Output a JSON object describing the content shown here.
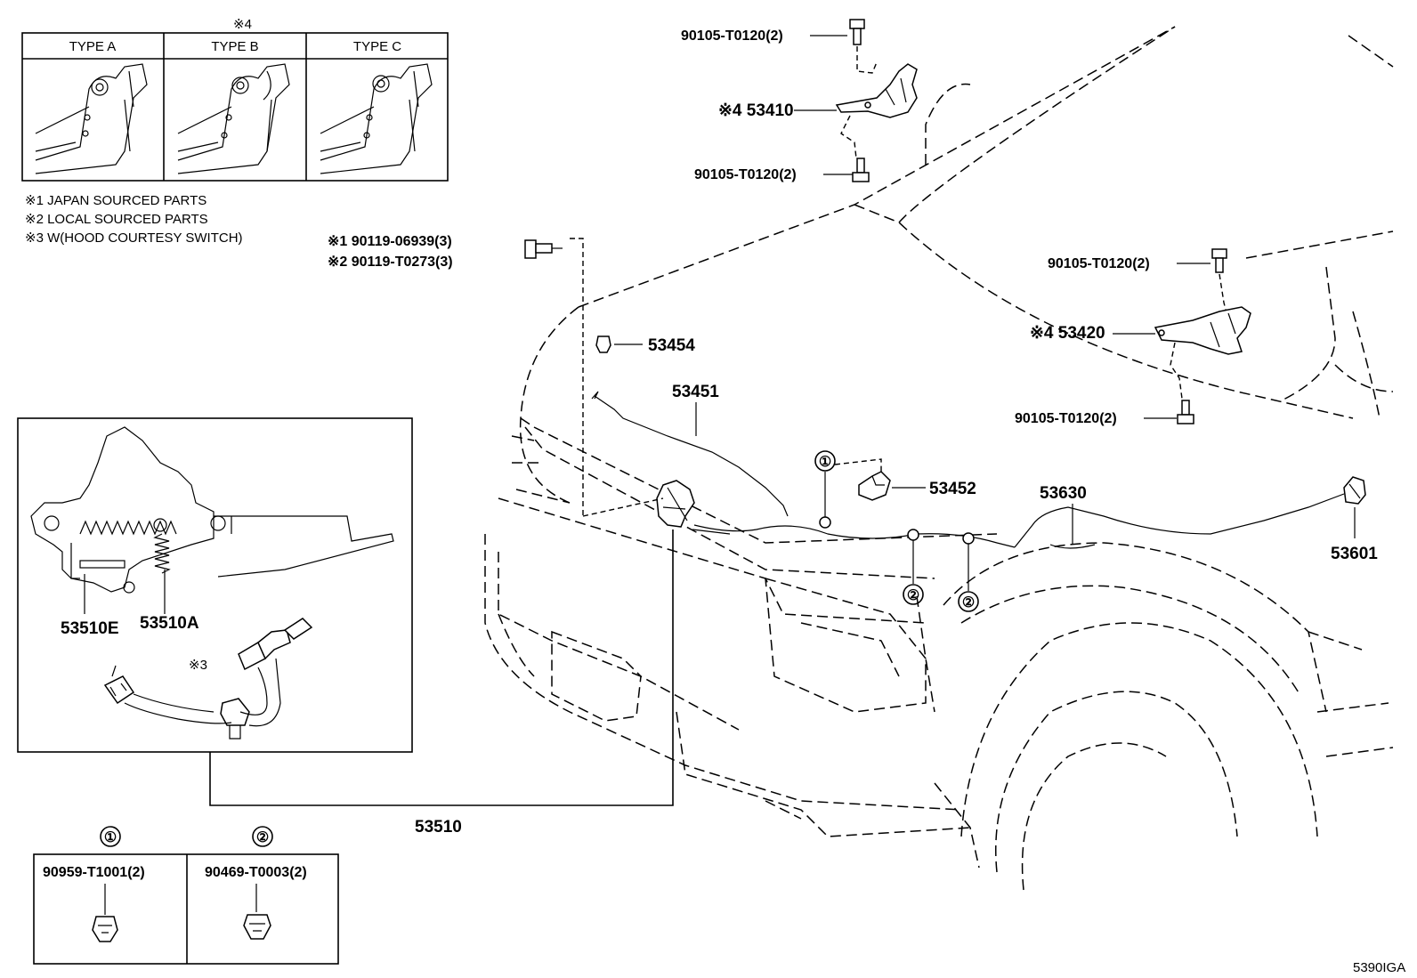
{
  "type_table": {
    "note_mark": "※4",
    "types": [
      "TYPE A",
      "TYPE B",
      "TYPE C"
    ]
  },
  "notes": [
    "※1 JAPAN SOURCED PARTS",
    "※2 LOCAL SOURCED PARTS",
    "※3 W(HOOD COURTESY SWITCH)"
  ],
  "labels": {
    "bolt_hinge_l_top": "90105-T0120(2)",
    "hinge_l": "※4 53410",
    "bolt_hinge_l_bottom": "90105-T0120(2)",
    "bolt_hinge_r_top": "90105-T0120(2)",
    "hinge_r": "※4 53420",
    "bolt_hinge_r_bottom": "90105-T0120(2)",
    "latch_bolt_1": "※1 90119-06939(3)",
    "latch_bolt_2": "※2 90119-T0273(3)",
    "cushion": "53454",
    "release_cable": "53451",
    "cable_clamp": "53452",
    "lever_cable": "53630",
    "release_lever": "53601",
    "latch_assy": "53510",
    "latch_part_e": "53510E",
    "latch_part_a": "53510A",
    "courtesy_switch_mark": "※3",
    "callout_1": "①",
    "callout_2": "②",
    "callout_2b": "②",
    "diagram_code": "5390IGA"
  },
  "clip_table": {
    "marks": [
      "①",
      "②"
    ],
    "parts": [
      "90959-T1001(2)",
      "90469-T0003(2)"
    ]
  }
}
